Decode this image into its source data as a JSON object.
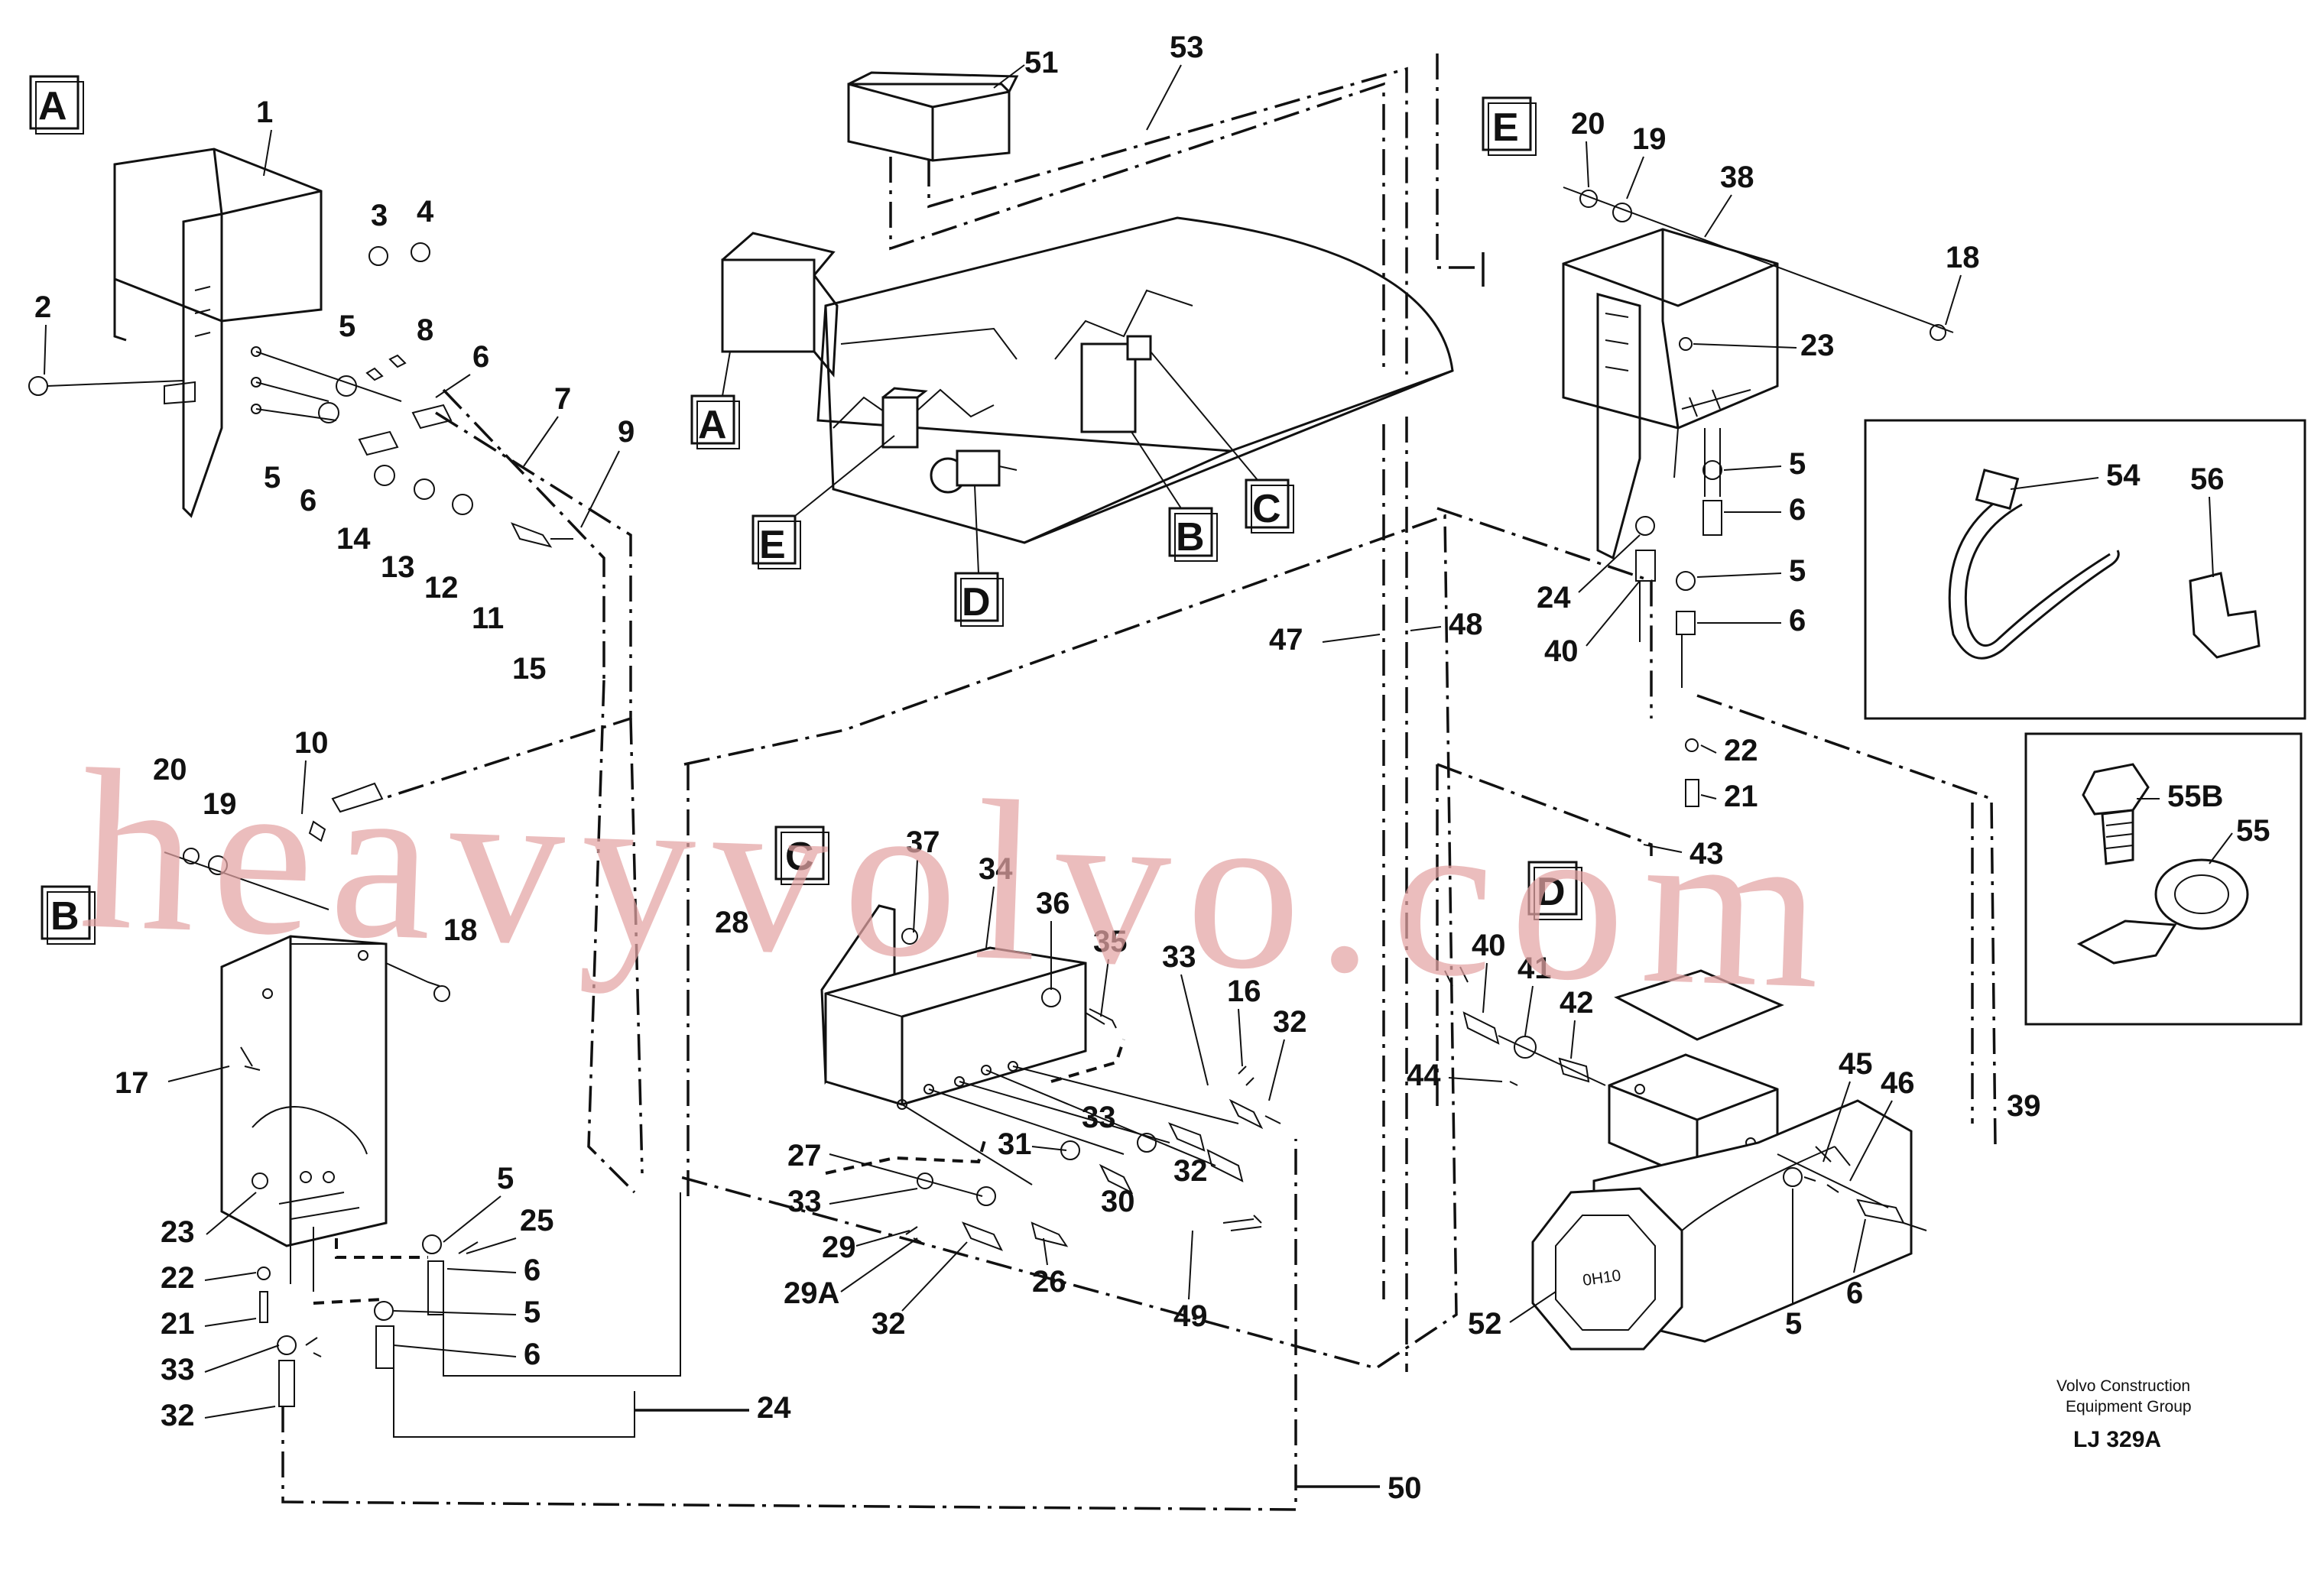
{
  "section_labels": [
    "A",
    "B",
    "C",
    "D",
    "E"
  ],
  "detail_labels": [
    "A",
    "B",
    "C",
    "D",
    "E"
  ],
  "part_numbers": {
    "A": [
      "1",
      "2",
      "3",
      "4",
      "5",
      "8",
      "6",
      "7",
      "9",
      "5",
      "6",
      "14",
      "13",
      "12",
      "11",
      "15"
    ],
    "B": [
      "10",
      "20",
      "19",
      "18",
      "17",
      "23",
      "22",
      "21",
      "33",
      "32",
      "5",
      "25",
      "6",
      "5",
      "6",
      "24",
      "50"
    ],
    "C": [
      "37",
      "34",
      "36",
      "35",
      "33",
      "16",
      "32",
      "28",
      "27",
      "31",
      "33",
      "32",
      "33",
      "29",
      "29A",
      "32",
      "26",
      "30",
      "49"
    ],
    "E": [
      "53",
      "51",
      "20",
      "19",
      "38",
      "18",
      "23",
      "5",
      "6",
      "24",
      "5",
      "6",
      "40",
      "22",
      "21",
      "43",
      "47",
      "48"
    ],
    "D": [
      "40",
      "41",
      "42",
      "44",
      "45",
      "46",
      "39",
      "52",
      "5",
      "6"
    ],
    "inset": [
      "54",
      "56",
      "55B",
      "55"
    ]
  },
  "motor_plate_text": "0H10",
  "footer": {
    "company_line1": "Volvo Construction",
    "company_line2": "Equipment Group",
    "ref": "LJ 329A"
  },
  "watermark": "heavyvolvo.com"
}
